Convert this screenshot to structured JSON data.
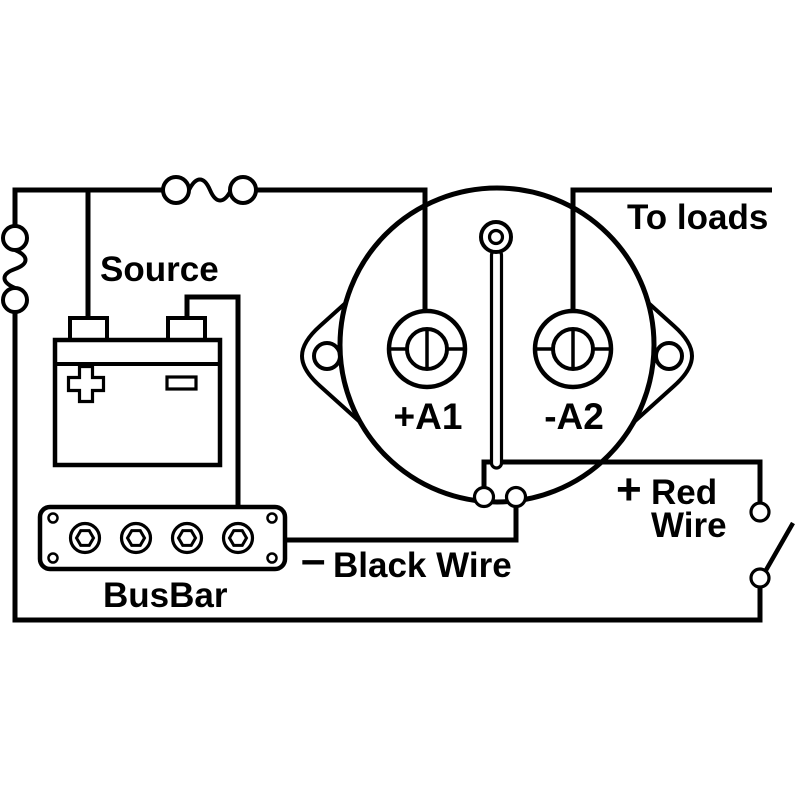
{
  "labels": {
    "source": "Source",
    "to_loads": "To loads",
    "terminal_a1": "+A1",
    "terminal_a2": "-A2",
    "red_sign": "+",
    "red_line1": "Red",
    "red_line2": "Wire",
    "black_sign": "–",
    "black_wire": "Black Wire",
    "busbar": "BusBar"
  },
  "colors": {
    "line": "#000000",
    "background": "#ffffff"
  },
  "components": {
    "battery": "battery-icon",
    "main_fuse": "fuse-icon",
    "control_fuse": "fuse-icon",
    "relay": "relay-icon",
    "busbar": "busbar-icon",
    "switch": "switch-icon"
  }
}
